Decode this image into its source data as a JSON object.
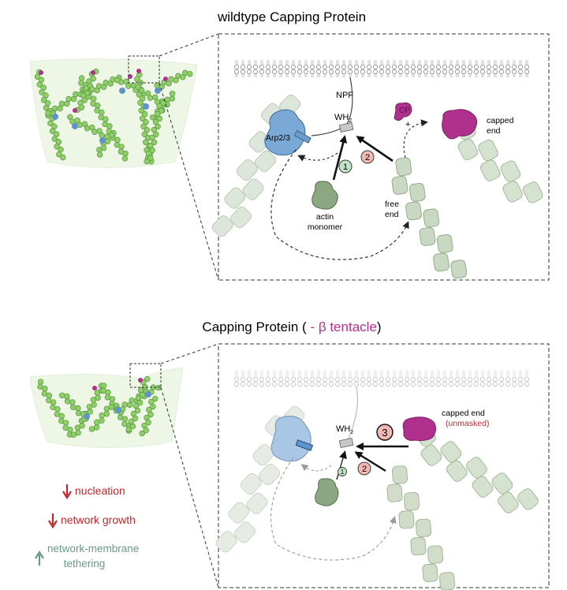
{
  "panel_top": {
    "title": "wildtype Capping Protein",
    "labels": {
      "npf": "NPF",
      "wh2": "WH",
      "wh2_sub": "2",
      "arp23": "Arp2/3",
      "step1": "1",
      "step2": "2",
      "cp": "CP",
      "cp_plus": "+",
      "capped_end_1": "capped",
      "capped_end_2": "end",
      "actin_monomer_1": "actin",
      "actin_monomer_2": "monomer",
      "free_end_1": "free",
      "free_end_2": "end"
    }
  },
  "panel_bottom": {
    "title_prefix": "Capping Protein ( ",
    "title_highlight": "- β tentacle",
    "title_suffix": ")",
    "labels": {
      "wh2": "WH",
      "wh2_sub": "2",
      "step1": "1",
      "step2": "2",
      "step3": "3",
      "capped_end": "capped end",
      "unmasked": "(unmasked)"
    }
  },
  "effects": [
    {
      "direction": "down",
      "text": "nucleation",
      "color": "#c0282d"
    },
    {
      "direction": "down",
      "text": "network growth",
      "color": "#c0282d"
    },
    {
      "direction": "up",
      "text": "network-membrane",
      "text2": "tethering",
      "color": "#6a9a87"
    }
  ],
  "colors": {
    "actin_green": "#8fcf6a",
    "actin_grey_green": "#8ca882",
    "arp_blue": "#7aa9d6",
    "cp_magenta": "#b0308e",
    "step1_fill": "#bfe3c4",
    "step2_fill": "#f2b8b3",
    "red": "#c0282d",
    "teal": "#6a9a87"
  }
}
